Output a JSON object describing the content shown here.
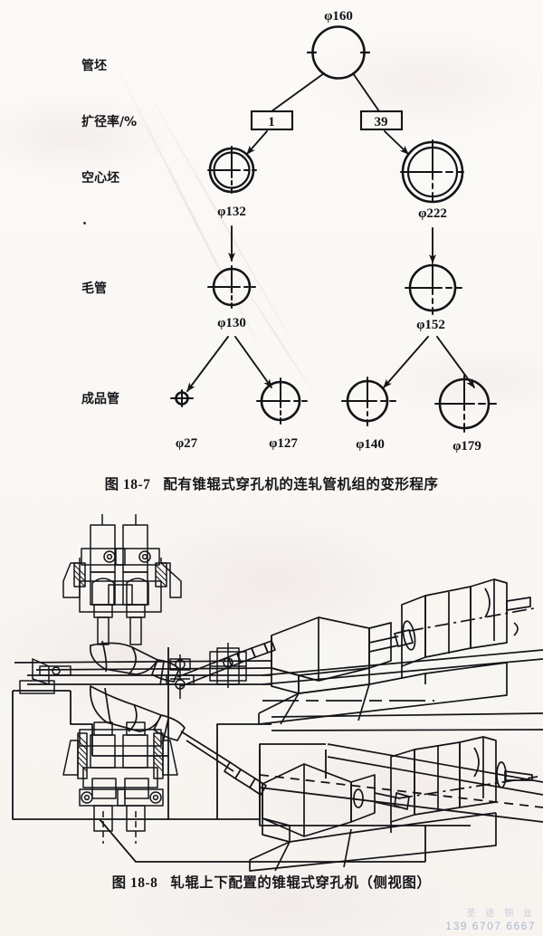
{
  "page": {
    "background_color": "#fbf9f6",
    "ink_color": "#141418"
  },
  "figure1": {
    "id": "fig-18-7",
    "caption_number": "图 18-7",
    "caption_text": "配有锥辊式穿孔机的连轧管机组的变形程序",
    "row_labels": [
      {
        "key": "billet",
        "text": "管坯"
      },
      {
        "key": "expansion_rate",
        "text": "扩径率/%"
      },
      {
        "key": "hollow_shell",
        "text": "空心坯"
      },
      {
        "key": "rough_tube",
        "text": "毛管"
      },
      {
        "key": "finished_tube",
        "text": "成品管"
      }
    ],
    "nodes": {
      "billet": {
        "label": "φ160",
        "diameter": 160,
        "style": "solid-circle"
      },
      "expansion_boxes": [
        {
          "label": "1",
          "value": 1
        },
        {
          "label": "39",
          "value": 39
        }
      ],
      "hollow_shells": [
        {
          "label": "φ132",
          "diameter": 132,
          "style": "double-circle"
        },
        {
          "label": "φ222",
          "diameter": 222,
          "style": "double-circle"
        }
      ],
      "rough_tubes": [
        {
          "label": "φ130",
          "diameter": 130,
          "style": "single-circle"
        },
        {
          "label": "φ152",
          "diameter": 152,
          "style": "single-circle"
        }
      ],
      "finished_tubes": [
        {
          "label": "φ27",
          "diameter": 27,
          "style": "small-circle"
        },
        {
          "label": "φ127",
          "diameter": 127,
          "style": "single-circle"
        },
        {
          "label": "φ140",
          "diameter": 140,
          "style": "single-circle"
        },
        {
          "label": "φ179",
          "diameter": 179,
          "style": "single-circle"
        }
      ]
    }
  },
  "figure2": {
    "id": "fig-18-8",
    "caption_number": "图 18-8",
    "caption_text": "轧辊上下配置的锥辊式穿孔机（侧视图）",
    "description": "锥辊式穿孔机侧视装配图"
  },
  "watermark": {
    "name": "圣 途 铜 业",
    "phone": "139 6707 6667",
    "color": "#8e9fc4"
  }
}
